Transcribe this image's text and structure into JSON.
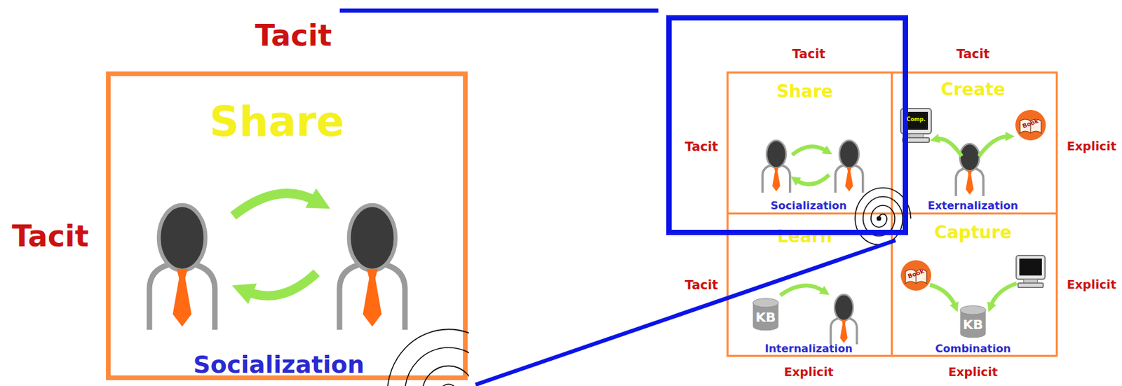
{
  "diagram": {
    "nodes": [
      {
        "text": [
          "Share",
          "Socialization"
        ]
      },
      {
        "text": [
          "Share",
          "Socialization"
        ]
      },
      {
        "text": [
          "Create",
          "Externalization"
        ]
      },
      {
        "text": [
          "Learn",
          "Internalization"
        ]
      },
      {
        "text": [
          "Capture",
          "Combination"
        ]
      }
    ],
    "labels": [
      "Tacit",
      "Tacit",
      "Tacit",
      "Tacit",
      "Tacit",
      "Tacit",
      "Explicit",
      "Explicit",
      "Explicit",
      "Explicit",
      "Comp.",
      "Book",
      "Book",
      "KB",
      "KB"
    ]
  }
}
